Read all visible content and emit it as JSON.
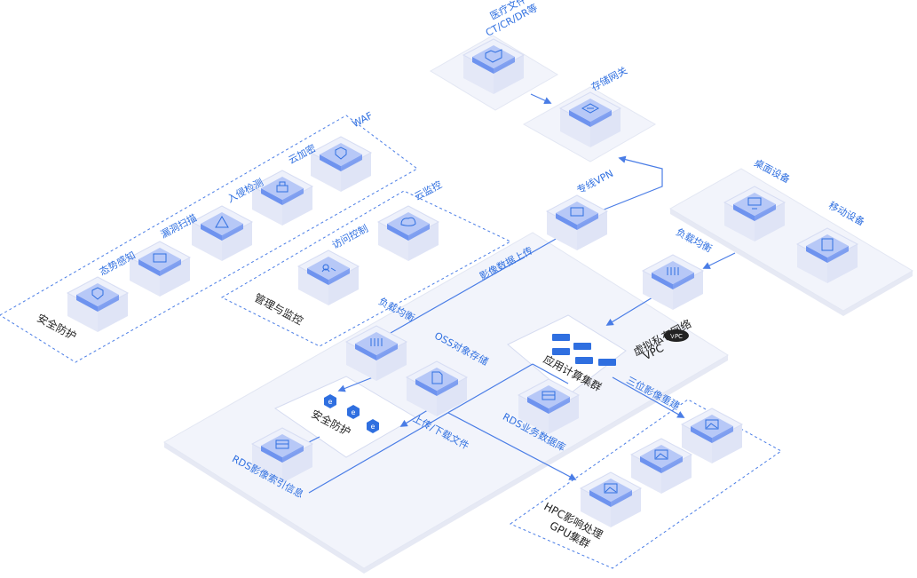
{
  "labels": {
    "medical_files_line1": "医疗文件",
    "medical_files_line2": "CT/CR/DR等",
    "storage_gateway": "存储网关",
    "waf": "WAF",
    "cloud_encrypt": "云加密",
    "intrusion_detect": "入侵检测",
    "vuln_scan": "漏洞扫描",
    "situation_aware": "态势感知",
    "security_protect_zone": "安全防护",
    "cloud_monitor": "云监控",
    "access_control": "访问控制",
    "manage_monitor": "管理与监控",
    "dedicated_vpn": "专线VPN",
    "image_upload": "影像数据上传",
    "desktop_device": "桌面设备",
    "mobile_device": "移动设备",
    "load_balance_right": "负载均衡",
    "load_balance_center": "负载均衡",
    "oss_storage": "OSS对象存储",
    "vpc_badge": "VPC",
    "vpc_line1": "虚拟私有网络",
    "vpc_line2": "VPC",
    "app_cluster": "应用计算集群",
    "security_center": "安全防护",
    "upload_download": "上传/下载文件",
    "rds_business": "RDS业务数据库",
    "rds_index": "RDS影像索引信息",
    "reconstruct_3d": "三位影像重建",
    "hpc_line1": "HPC影响处理",
    "hpc_line2": "GPU集群"
  },
  "icons": {
    "folder": "folder-icon",
    "gateway": "gateway-icon",
    "shield": "shield-icon",
    "lock": "lock-icon",
    "alert": "alert-icon",
    "scan": "scan-icon",
    "cloud": "cloud-icon",
    "user_key": "user-key-icon",
    "vpn": "vpn-icon",
    "monitor": "monitor-icon",
    "tablet": "tablet-icon",
    "balance": "load-balancer-icon",
    "document": "document-icon",
    "database": "database-icon",
    "image": "image-icon",
    "server": "server-icon",
    "security_badge": "security-badge-icon"
  },
  "colors": {
    "accent": "#2f6fe0",
    "tile": "#6e93ef",
    "plate": "#f2f4fb",
    "text_dark": "#222222"
  }
}
